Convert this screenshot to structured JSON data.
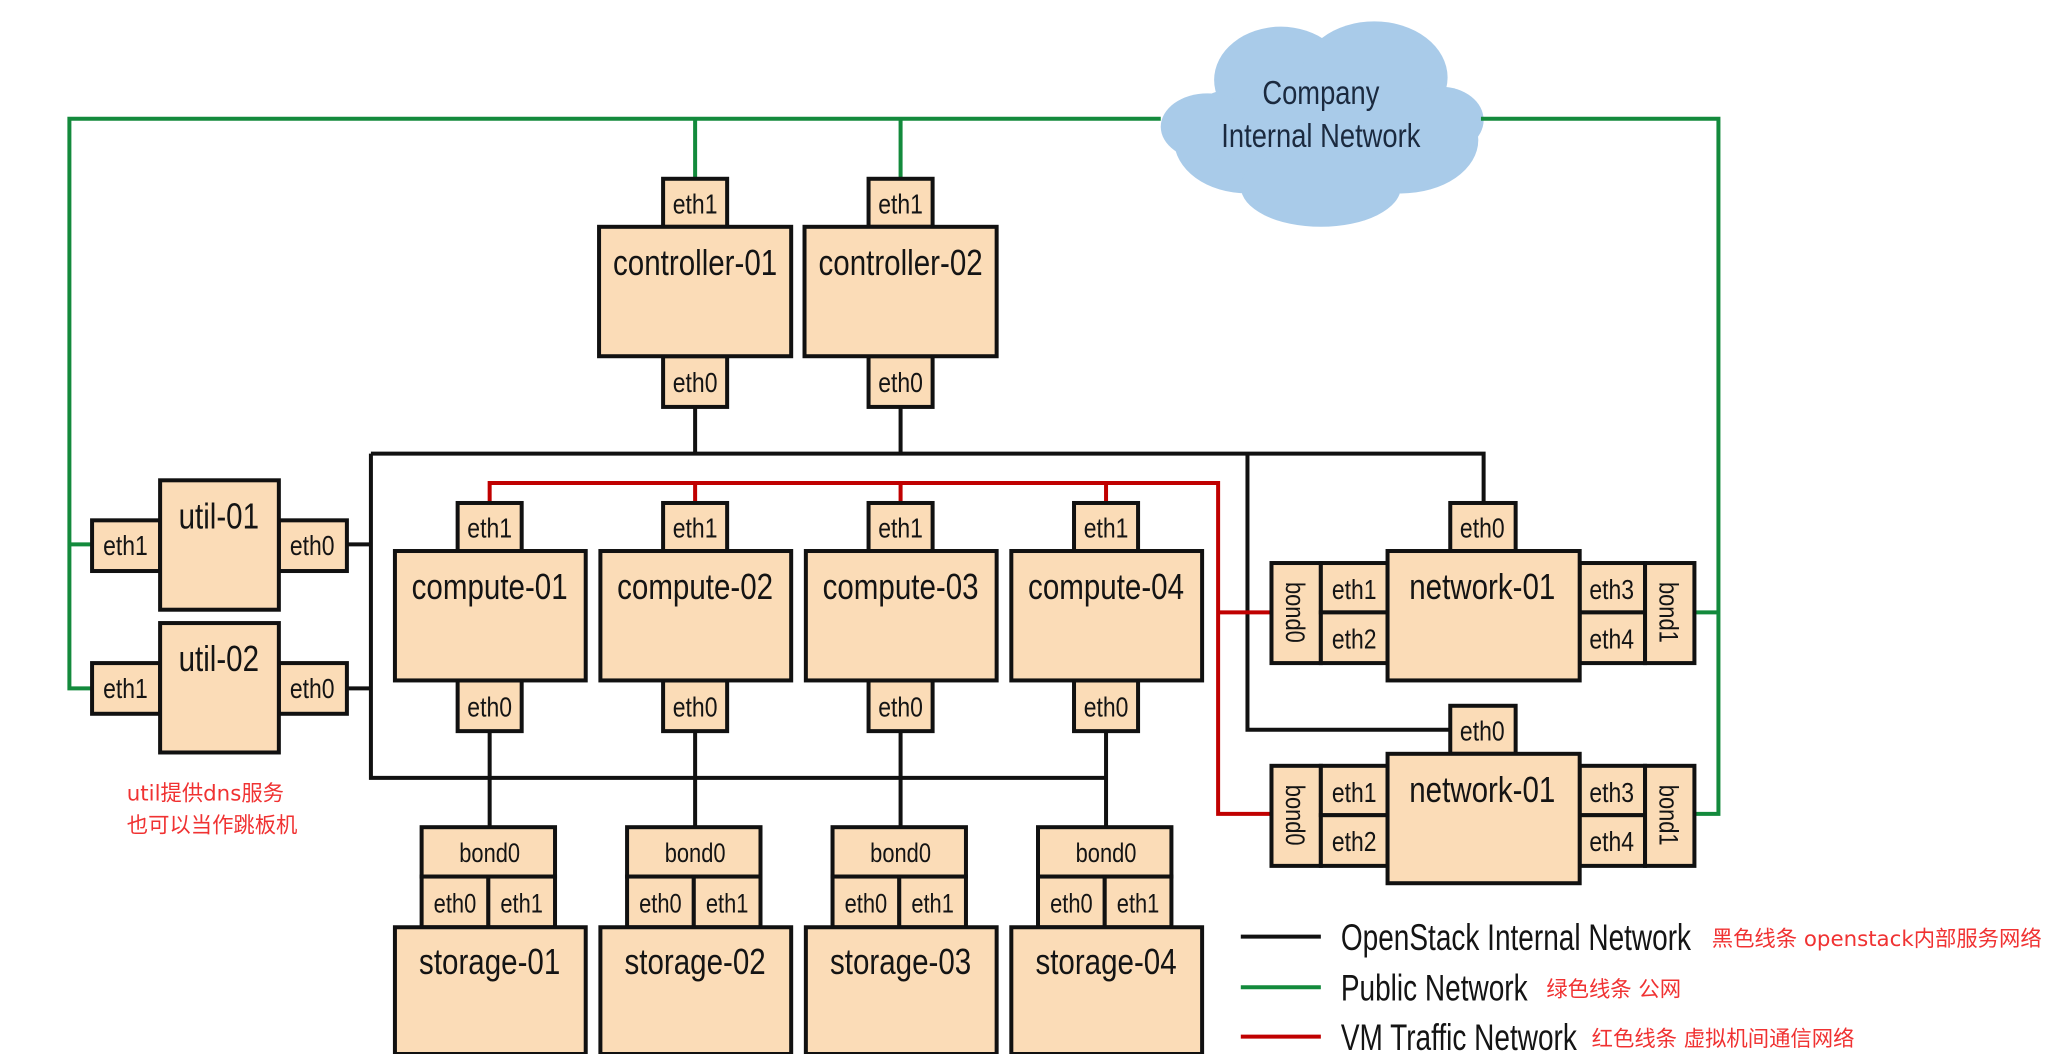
{
  "cloud": {
    "line1": "Company",
    "line2": "Internal Network"
  },
  "controllers": [
    {
      "name": "controller-01",
      "top_port": "eth1",
      "bottom_port": "eth0"
    },
    {
      "name": "controller-02",
      "top_port": "eth1",
      "bottom_port": "eth0"
    }
  ],
  "utils": [
    {
      "name": "util-01",
      "left_port": "eth1",
      "right_port": "eth0"
    },
    {
      "name": "util-02",
      "left_port": "eth1",
      "right_port": "eth0"
    }
  ],
  "computes": [
    {
      "name": "compute-01",
      "top_port": "eth1",
      "bottom_port": "eth0"
    },
    {
      "name": "compute-02",
      "top_port": "eth1",
      "bottom_port": "eth0"
    },
    {
      "name": "compute-03",
      "top_port": "eth1",
      "bottom_port": "eth0"
    },
    {
      "name": "compute-04",
      "top_port": "eth1",
      "bottom_port": "eth0"
    }
  ],
  "storages": [
    {
      "name": "storage-01",
      "bond": "bond0",
      "ports": [
        "eth0",
        "eth1"
      ]
    },
    {
      "name": "storage-02",
      "bond": "bond0",
      "ports": [
        "eth0",
        "eth1"
      ]
    },
    {
      "name": "storage-03",
      "bond": "bond0",
      "ports": [
        "eth0",
        "eth1"
      ]
    },
    {
      "name": "storage-04",
      "bond": "bond0",
      "ports": [
        "eth0",
        "eth1"
      ]
    }
  ],
  "networks": [
    {
      "name": "network-01",
      "top_port": "eth0",
      "left_bond": "bond0",
      "left_ports": [
        "eth1",
        "eth2"
      ],
      "right_ports": [
        "eth3",
        "eth4"
      ],
      "right_bond": "bond1"
    },
    {
      "name": "network-01",
      "top_port": "eth0",
      "left_bond": "bond0",
      "left_ports": [
        "eth1",
        "eth2"
      ],
      "right_ports": [
        "eth3",
        "eth4"
      ],
      "right_bond": "bond1"
    }
  ],
  "annotation": {
    "line1": "util提供dns服务",
    "line2": "也可以当作跳板机"
  },
  "legend": [
    {
      "label": "OpenStack Internal Network",
      "note": "黑色线条 openstack内部服务网络",
      "color": "#111111"
    },
    {
      "label": "Public Network",
      "note": "绿色线条 公网",
      "color": "#138a3c"
    },
    {
      "label": "VM Traffic Network",
      "note": "红色线条 虚拟机间通信网络",
      "color": "#c00000"
    }
  ],
  "colors": {
    "node_fill": "#fbdcb7",
    "internal": "#111111",
    "public": "#138a3c",
    "vm_traffic": "#c00000",
    "cloud": "#a9cbe9",
    "note": "#f03232"
  }
}
